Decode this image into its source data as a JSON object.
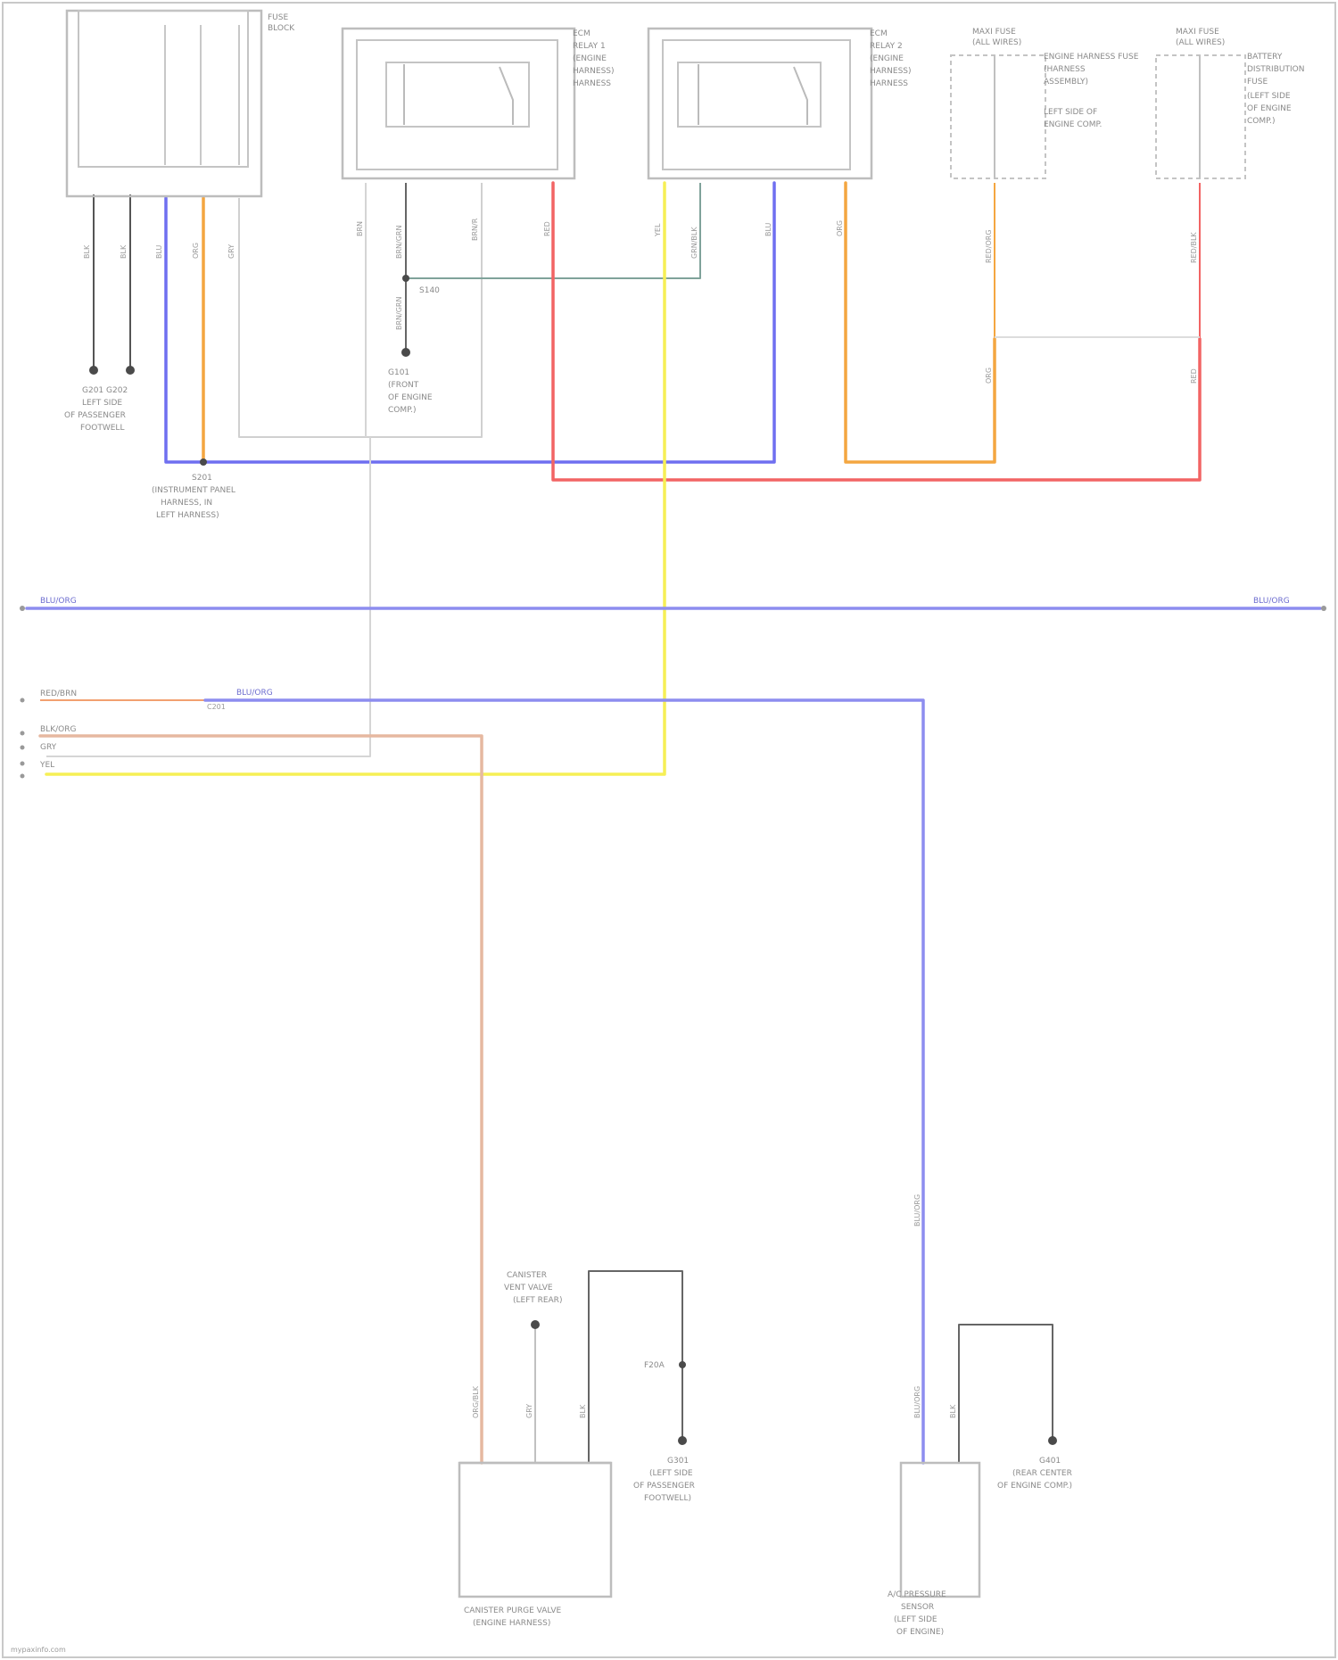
{
  "title": "",
  "footer": {
    "watermark": "mypaxinfo.com"
  },
  "colors": {
    "blue": "#6f6ff0",
    "orange": "#f4a640",
    "red": "#f26464",
    "yellow": "#f6ef55",
    "green_gray": "#7fa29a",
    "dark_gray": "#555555",
    "light_gray": "#d0d0d0",
    "bus_violet": "#8d8def",
    "tan": "#e6b8a0"
  },
  "components": {
    "fuse_box": {
      "label_line1": "FUSE",
      "label_line2": "BLOCK"
    },
    "relay_1": {
      "lines": [
        "ECM",
        "RELAY 1",
        "(ENGINE",
        "HARNESS)",
        "HARNESS"
      ]
    },
    "relay_2": {
      "lines": [
        "ECM",
        "RELAY 2",
        "(ENGINE",
        "HARNESS)",
        "HARNESS"
      ]
    },
    "fuse_a": {
      "header": [
        "MAXI FUSE",
        "(ALL WIRES)"
      ],
      "lines": [
        "ENGINE HARNESS FUSE",
        "(HARNESS",
        "ASSEMBLY)",
        "LEFT SIDE OF",
        "ENGINE COMP."
      ]
    },
    "fuse_b": {
      "header": [
        "MAXI FUSE",
        "(ALL WIRES)"
      ],
      "lines": [
        "BATTERY",
        "DISTRIBUTION",
        "FUSE",
        "(LEFT SIDE",
        "OF ENGINE",
        "COMP.)"
      ]
    },
    "ground_left": {
      "lines": [
        "G201 G202",
        "LEFT SIDE",
        "OF PASSENGER",
        "FOOTWELL"
      ]
    },
    "splice_blue": {
      "lines": [
        "S201",
        "(INSTRUMENT PANEL",
        "HARNESS, IN",
        "LEFT HARNESS)"
      ]
    },
    "ground_relay": {
      "lines": [
        "G101",
        "(FRONT",
        "OF ENGINE",
        "COMP.)"
      ]
    },
    "splice_dn": {
      "label": "S140"
    },
    "bus_label_left": "BLU/ORG",
    "bus_label_right": "BLU/ORG",
    "left_feeds": [
      "RED/BRN",
      "BLK/ORG",
      "GRY",
      "YEL"
    ],
    "inline_connector": "C201",
    "inline_wire": "BLU/ORG",
    "canister_vent": {
      "title_lines": [
        "CANISTER",
        "VENT VALVE",
        "(LEFT REAR)"
      ],
      "bottom_lines": [
        "CANISTER PURGE VALVE",
        "(ENGINE HARNESS)"
      ]
    },
    "fuse_small": {
      "label": "F20A"
    },
    "ground_mid": {
      "lines": [
        "G301",
        "(LEFT SIDE",
        "OF PASSENGER",
        "FOOTWELL)"
      ]
    },
    "ac_pressure": {
      "bottom_lines": [
        "A/C PRESSURE",
        "SENSOR",
        "(LEFT SIDE",
        "OF ENGINE)"
      ]
    },
    "ground_right": {
      "lines": [
        "G401",
        "(REAR CENTER",
        "OF ENGINE COMP.)"
      ]
    }
  },
  "wire_labels": {
    "fuse_out": [
      "BLK",
      "BLK",
      "BLU",
      "ORG",
      "GRY"
    ],
    "relay1_out": [
      "BRN",
      "BRN/GRN",
      "BRN/R",
      "RED"
    ],
    "relay2_out": [
      "YEL",
      "GRN/BLK",
      "BLU",
      "ORG"
    ],
    "fuse_a_out": "RED/ORG",
    "fuse_b_out": "RED/BLK",
    "fuse_a_lower": "ORG",
    "fuse_b_lower": "RED",
    "splice_mid": "BRN/GRN",
    "canister_wires": [
      "ORG/BLK",
      "GRY",
      "BLK"
    ],
    "ac_wires": [
      "BLU/ORG",
      "BLK"
    ],
    "ac_inline": "BLU/ORG"
  }
}
